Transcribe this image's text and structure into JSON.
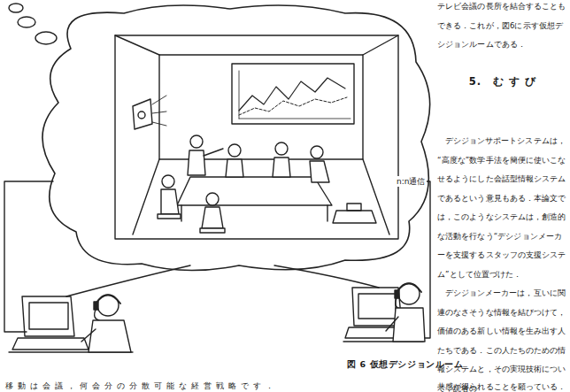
{
  "diagram": {
    "caption": "図 6 仮想デシジョンルーム",
    "labels": [
      "テレビ会議の長所を結合することもできる．これが，図6に示す仮想デシジョンルームである．",
      "5.　む す び",
      "デシジョンサポートシステムは，“高度な”数学手法を簡便に使いこなせるようにした会話型情報システムであるという意見もある．本論文では，このようなシステムは，創造的な活動を行なう“デシジョンメーカーを支援するスタッフの支援システム”として位置づけた．",
      "デシジョンメーカーは，互いに関連のなさそうな情報を結びつけて，価値のある新しい情報を生み出す人たちである．この人たちのための情報システムと，その実現技術について，読者の",
      "n:n通信",
      "移動は会議，何会分の分散可能な経営戦略です．",
      "共感が得られることを願っている．"
    ]
  }
}
